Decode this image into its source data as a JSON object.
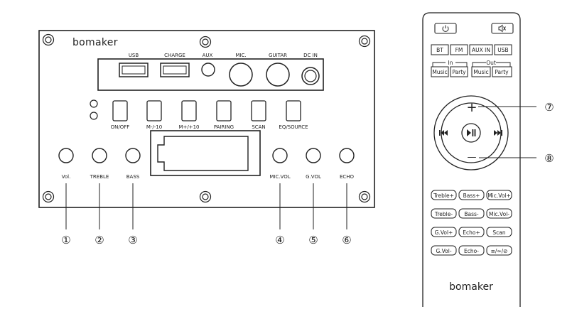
{
  "panel": {
    "brand": "bomaker",
    "ports": [
      {
        "id": "usb",
        "label": "USB"
      },
      {
        "id": "charge",
        "label": "CHARGE"
      },
      {
        "id": "aux",
        "label": "AUX"
      },
      {
        "id": "mic",
        "label": "MIC."
      },
      {
        "id": "guitar",
        "label": "GUITAR"
      },
      {
        "id": "dcin",
        "label": "DC IN"
      }
    ],
    "buttons": [
      {
        "id": "onoff",
        "label": "ON/OFF"
      },
      {
        "id": "mminus",
        "label": "M-/-10"
      },
      {
        "id": "mplus",
        "label": "M+/+10"
      },
      {
        "id": "pairing",
        "label": "PAIRING"
      },
      {
        "id": "scan",
        "label": "SCAN"
      },
      {
        "id": "eqsource",
        "label": "EQ/SOURCE"
      }
    ],
    "knobs": [
      {
        "id": "vol",
        "label": "Vol.",
        "callout": "①"
      },
      {
        "id": "treble",
        "label": "TREBLE",
        "callout": "②"
      },
      {
        "id": "bass",
        "label": "BASS",
        "callout": "③"
      },
      {
        "id": "micvol",
        "label": "MIC.VOL",
        "callout": "④"
      },
      {
        "id": "gvol",
        "label": "G.VOL",
        "callout": "⑤"
      },
      {
        "id": "echo",
        "label": "ECHO",
        "callout": "⑥"
      }
    ]
  },
  "remote": {
    "brand": "bomaker",
    "power_icon": "power-icon",
    "mute_icon": "mute-icon",
    "row1": [
      "BT",
      "FM",
      "AUX IN",
      "USB"
    ],
    "in_label": "In",
    "out_label": "Out",
    "row2": [
      "Music",
      "Party",
      "Music",
      "Party"
    ],
    "wheel": {
      "plus": "+",
      "minus": "—",
      "play_icon": "play-pause-icon",
      "prev_icon": "previous-icon",
      "next_icon": "next-icon",
      "plus_callout": "⑦",
      "minus_callout": "⑧"
    },
    "grid": [
      [
        "Treble+",
        "Bass+",
        "Mic.Vol+"
      ],
      [
        "Treble-",
        "Bass-",
        "Mic.Vol-"
      ],
      [
        "G.Vol+",
        "Echo+",
        "Scan"
      ],
      [
        "G.Vol-",
        "Echo-",
        "≡/∞/⊘"
      ]
    ]
  }
}
